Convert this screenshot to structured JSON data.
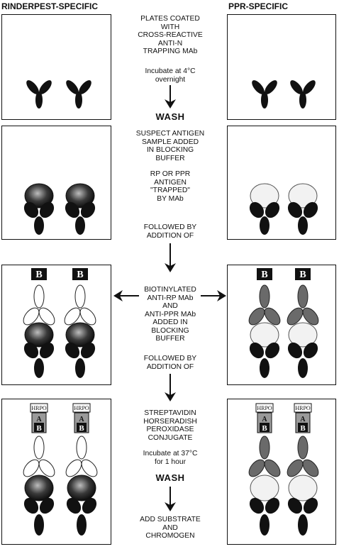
{
  "headers": {
    "left": "RINDERPEST-SPECIFIC",
    "right": "PPR-SPECIFIC"
  },
  "steps": {
    "s1": [
      "PLATES COATED",
      "WITH",
      "CROSS-REACTIVE",
      "ANTI-N",
      "TRAPPING MAb"
    ],
    "s1_incubate": [
      "Incubate at 4°C",
      "overnight"
    ],
    "wash1": "WASH",
    "s2": [
      "SUSPECT ANTIGEN",
      "SAMPLE ADDED",
      "IN BLOCKING",
      "BUFFER"
    ],
    "s2b": [
      "RP OR PPR",
      "ANTIGEN",
      "\"TRAPPED\"",
      "BY MAb"
    ],
    "s2c": [
      "FOLLOWED BY",
      "ADDITION OF"
    ],
    "s3": [
      "BIOTINYLATED",
      "ANTI-RP MAb",
      "AND",
      "ANTI-PPR MAb",
      "ADDED IN",
      "BLOCKING",
      "BUFFER"
    ],
    "s3c": [
      "FOLLOWED BY",
      "ADDITION OF"
    ],
    "s4": [
      "STREPTAVIDIN",
      "HORSERADISH",
      "PEROXIDASE",
      "CONJUGATE"
    ],
    "s4_incubate": [
      "Incubate at 37°C",
      "for 1 hour"
    ],
    "wash2": "WASH",
    "s5": [
      "ADD SUBSTRATE",
      "AND",
      "CHROMOGEN"
    ]
  },
  "labels": {
    "biotin": "B",
    "hrpo": "HRPO",
    "avidin": "A"
  },
  "colors": {
    "ink": "#111111",
    "ppr_mab": "#6a6a6a",
    "rp_antigen": "#2a2a2a",
    "ppr_antigen": "#f2f2f2"
  }
}
